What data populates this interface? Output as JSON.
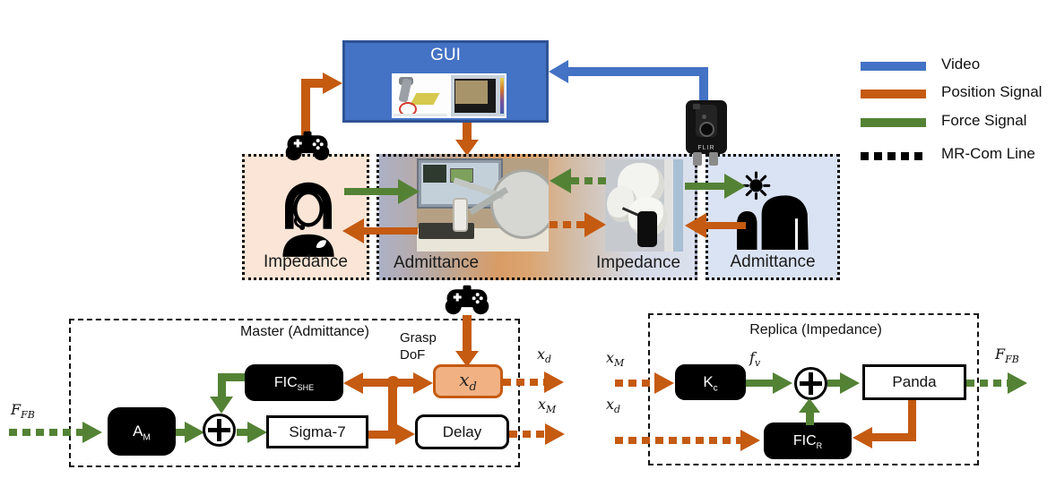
{
  "colors": {
    "video_blue": "#4472C4",
    "position_orange": "#C55A11",
    "force_green": "#548235",
    "operator_box_bg": "#FBE5D6",
    "environment_box_bg": "#DAE3F3",
    "xd_block_fill": "#F1B183",
    "gui_fill": "#4472C4"
  },
  "legend": {
    "items": [
      {
        "label": "Video",
        "style": "solid",
        "color": "#4472C4"
      },
      {
        "label": "Position Signal",
        "style": "solid",
        "color": "#C55A11"
      },
      {
        "label": "Force Signal",
        "style": "solid",
        "color": "#548235"
      },
      {
        "label": "MR-Com Line",
        "style": "dashed",
        "color": "#000000"
      }
    ]
  },
  "gui": {
    "title": "GUI"
  },
  "camera": {
    "brand": "FLIR"
  },
  "middle_row": {
    "operator_box_label": "Impedance",
    "master_side_label": "Admittance",
    "remote_side_label": "Impedance",
    "environment_box_label": "Admittance"
  },
  "master": {
    "title": "Master (Admittance)",
    "grasp_line1": "Grasp",
    "grasp_line2": "DoF",
    "input_label": {
      "base": "F",
      "sub": "FB"
    },
    "am_block": {
      "base": "A",
      "sub": "M"
    },
    "fic_block": {
      "base": "FIC",
      "sub": "SHE"
    },
    "sigma_block": "Sigma-7",
    "delay_block": "Delay",
    "xd_block": {
      "base": "x",
      "sub": "d"
    },
    "xd_out_label": {
      "base": "x",
      "sub": "d"
    },
    "xm_out_label": {
      "base": "x",
      "sub": "M"
    }
  },
  "replica": {
    "title": "Replica (Impedance)",
    "xm_in_label": {
      "base": "x",
      "sub": "M"
    },
    "xd_in_label": {
      "base": "x",
      "sub": "d"
    },
    "kc_block": {
      "base": "K",
      "sub": "c"
    },
    "fv_label": {
      "base": "f",
      "sub": "v"
    },
    "panda_block": "Panda",
    "fic_block": {
      "base": "FIC",
      "sub": "R"
    },
    "ffb_out_label": {
      "base": "F",
      "sub": "FB"
    }
  }
}
